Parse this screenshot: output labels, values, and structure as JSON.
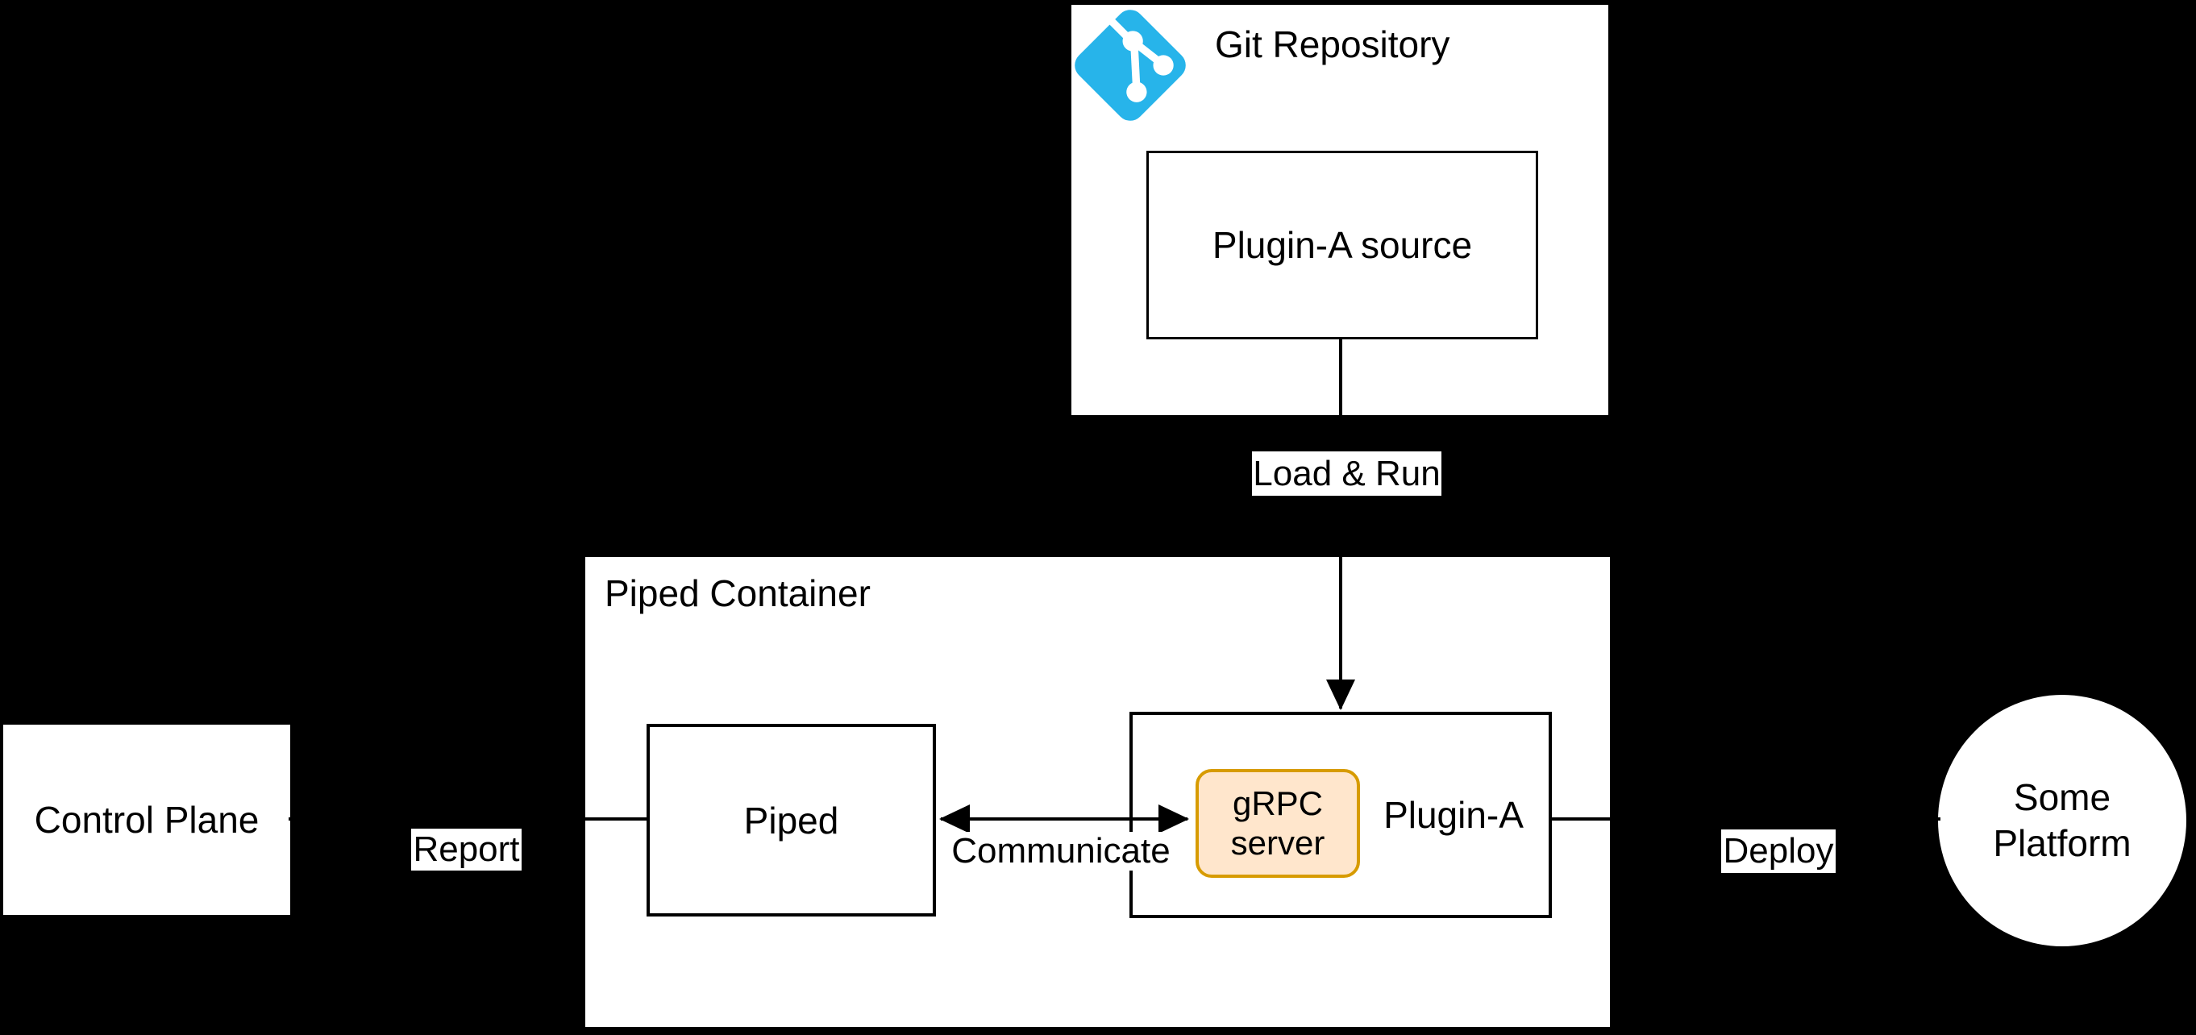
{
  "nodes": {
    "git_repository": {
      "label": "Git Repository"
    },
    "plugin_a_source": {
      "label": "Plugin-A source"
    },
    "piped_container": {
      "label": "Piped Container"
    },
    "piped": {
      "label": "Piped"
    },
    "plugin_a": {
      "label": "Plugin-A"
    },
    "grpc_server": {
      "label": "gRPC server"
    },
    "control_plane": {
      "label": "Control Plane"
    },
    "some_platform": {
      "label": "Some Platform"
    }
  },
  "edges": {
    "load_and_run": {
      "label": "Load & Run"
    },
    "report": {
      "label": "Report"
    },
    "communicate": {
      "label": "Communicate"
    },
    "deploy": {
      "label": "Deploy"
    }
  },
  "icons": {
    "git": "git-branch-icon"
  },
  "colors": {
    "background": "#000000",
    "node_fill": "#ffffff",
    "node_stroke": "#000000",
    "label_text": "#000000",
    "grpc_fill": "#ffe6cc",
    "grpc_stroke": "#d79b00",
    "git_icon_fill": "#27b4ea",
    "git_icon_glyph": "#ffffff"
  }
}
